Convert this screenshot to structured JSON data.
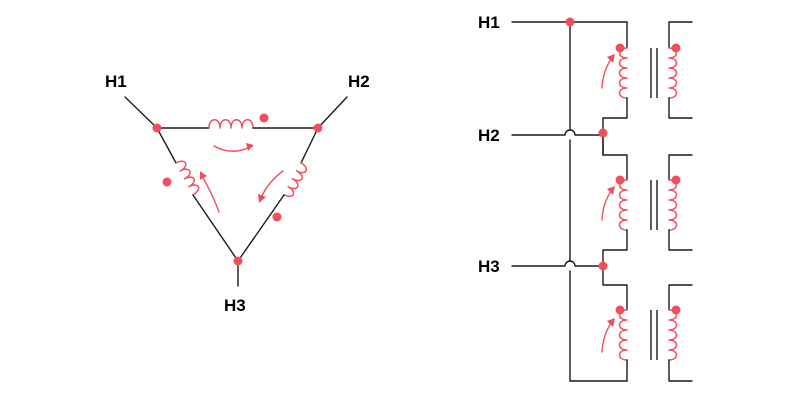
{
  "colors": {
    "accent": "#ef4f5c",
    "wire": "#1a1a1a"
  },
  "delta": {
    "terminals": {
      "h1": "H1",
      "h2": "H2",
      "h3": "H3"
    }
  },
  "bank": {
    "terminals": {
      "h1": "H1",
      "h2": "H2",
      "h3": "H3"
    },
    "transformer_count": 3
  }
}
